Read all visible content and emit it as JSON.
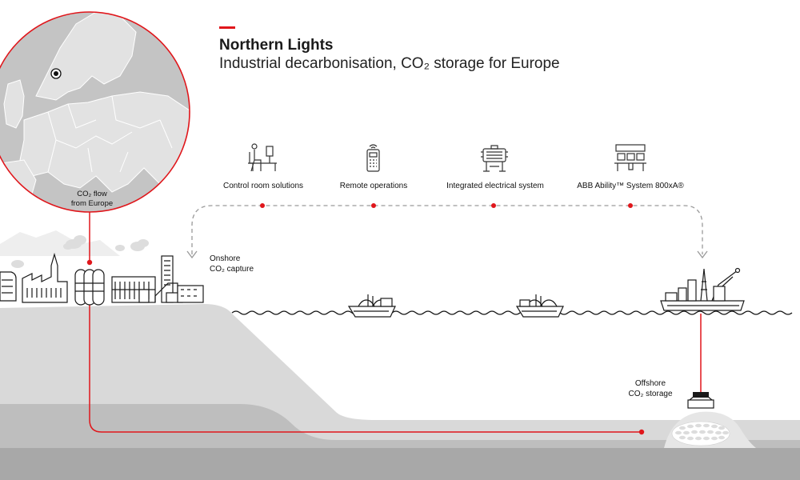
{
  "header": {
    "title": "Northern Lights",
    "subtitle": "Industrial decarbonisation, CO₂ storage for Europe"
  },
  "map": {
    "caption_line1": "CO₂ flow",
    "caption_line2": "from Europe"
  },
  "services": [
    {
      "label": "Control room solutions",
      "icon": "control-room-icon"
    },
    {
      "label": "Remote operations",
      "icon": "remote-control-icon"
    },
    {
      "label": "Integrated electrical system",
      "icon": "electrical-system-icon"
    },
    {
      "label": "ABB Ability™ System 800xA®",
      "icon": "system-800xa-icon"
    }
  ],
  "labels": {
    "onshore_line1": "Onshore",
    "onshore_line2": "CO₂ capture",
    "offshore_line1": "Offshore",
    "offshore_line2": "CO₂ storage"
  },
  "colors": {
    "accent": "#e0161b",
    "ground_light": "#d9d9d9",
    "ground_mid": "#bdbdbd",
    "ground_dark": "#a6a6a6",
    "line_dark": "#1a1a1a",
    "dashed_gray": "#9a9a9a"
  }
}
